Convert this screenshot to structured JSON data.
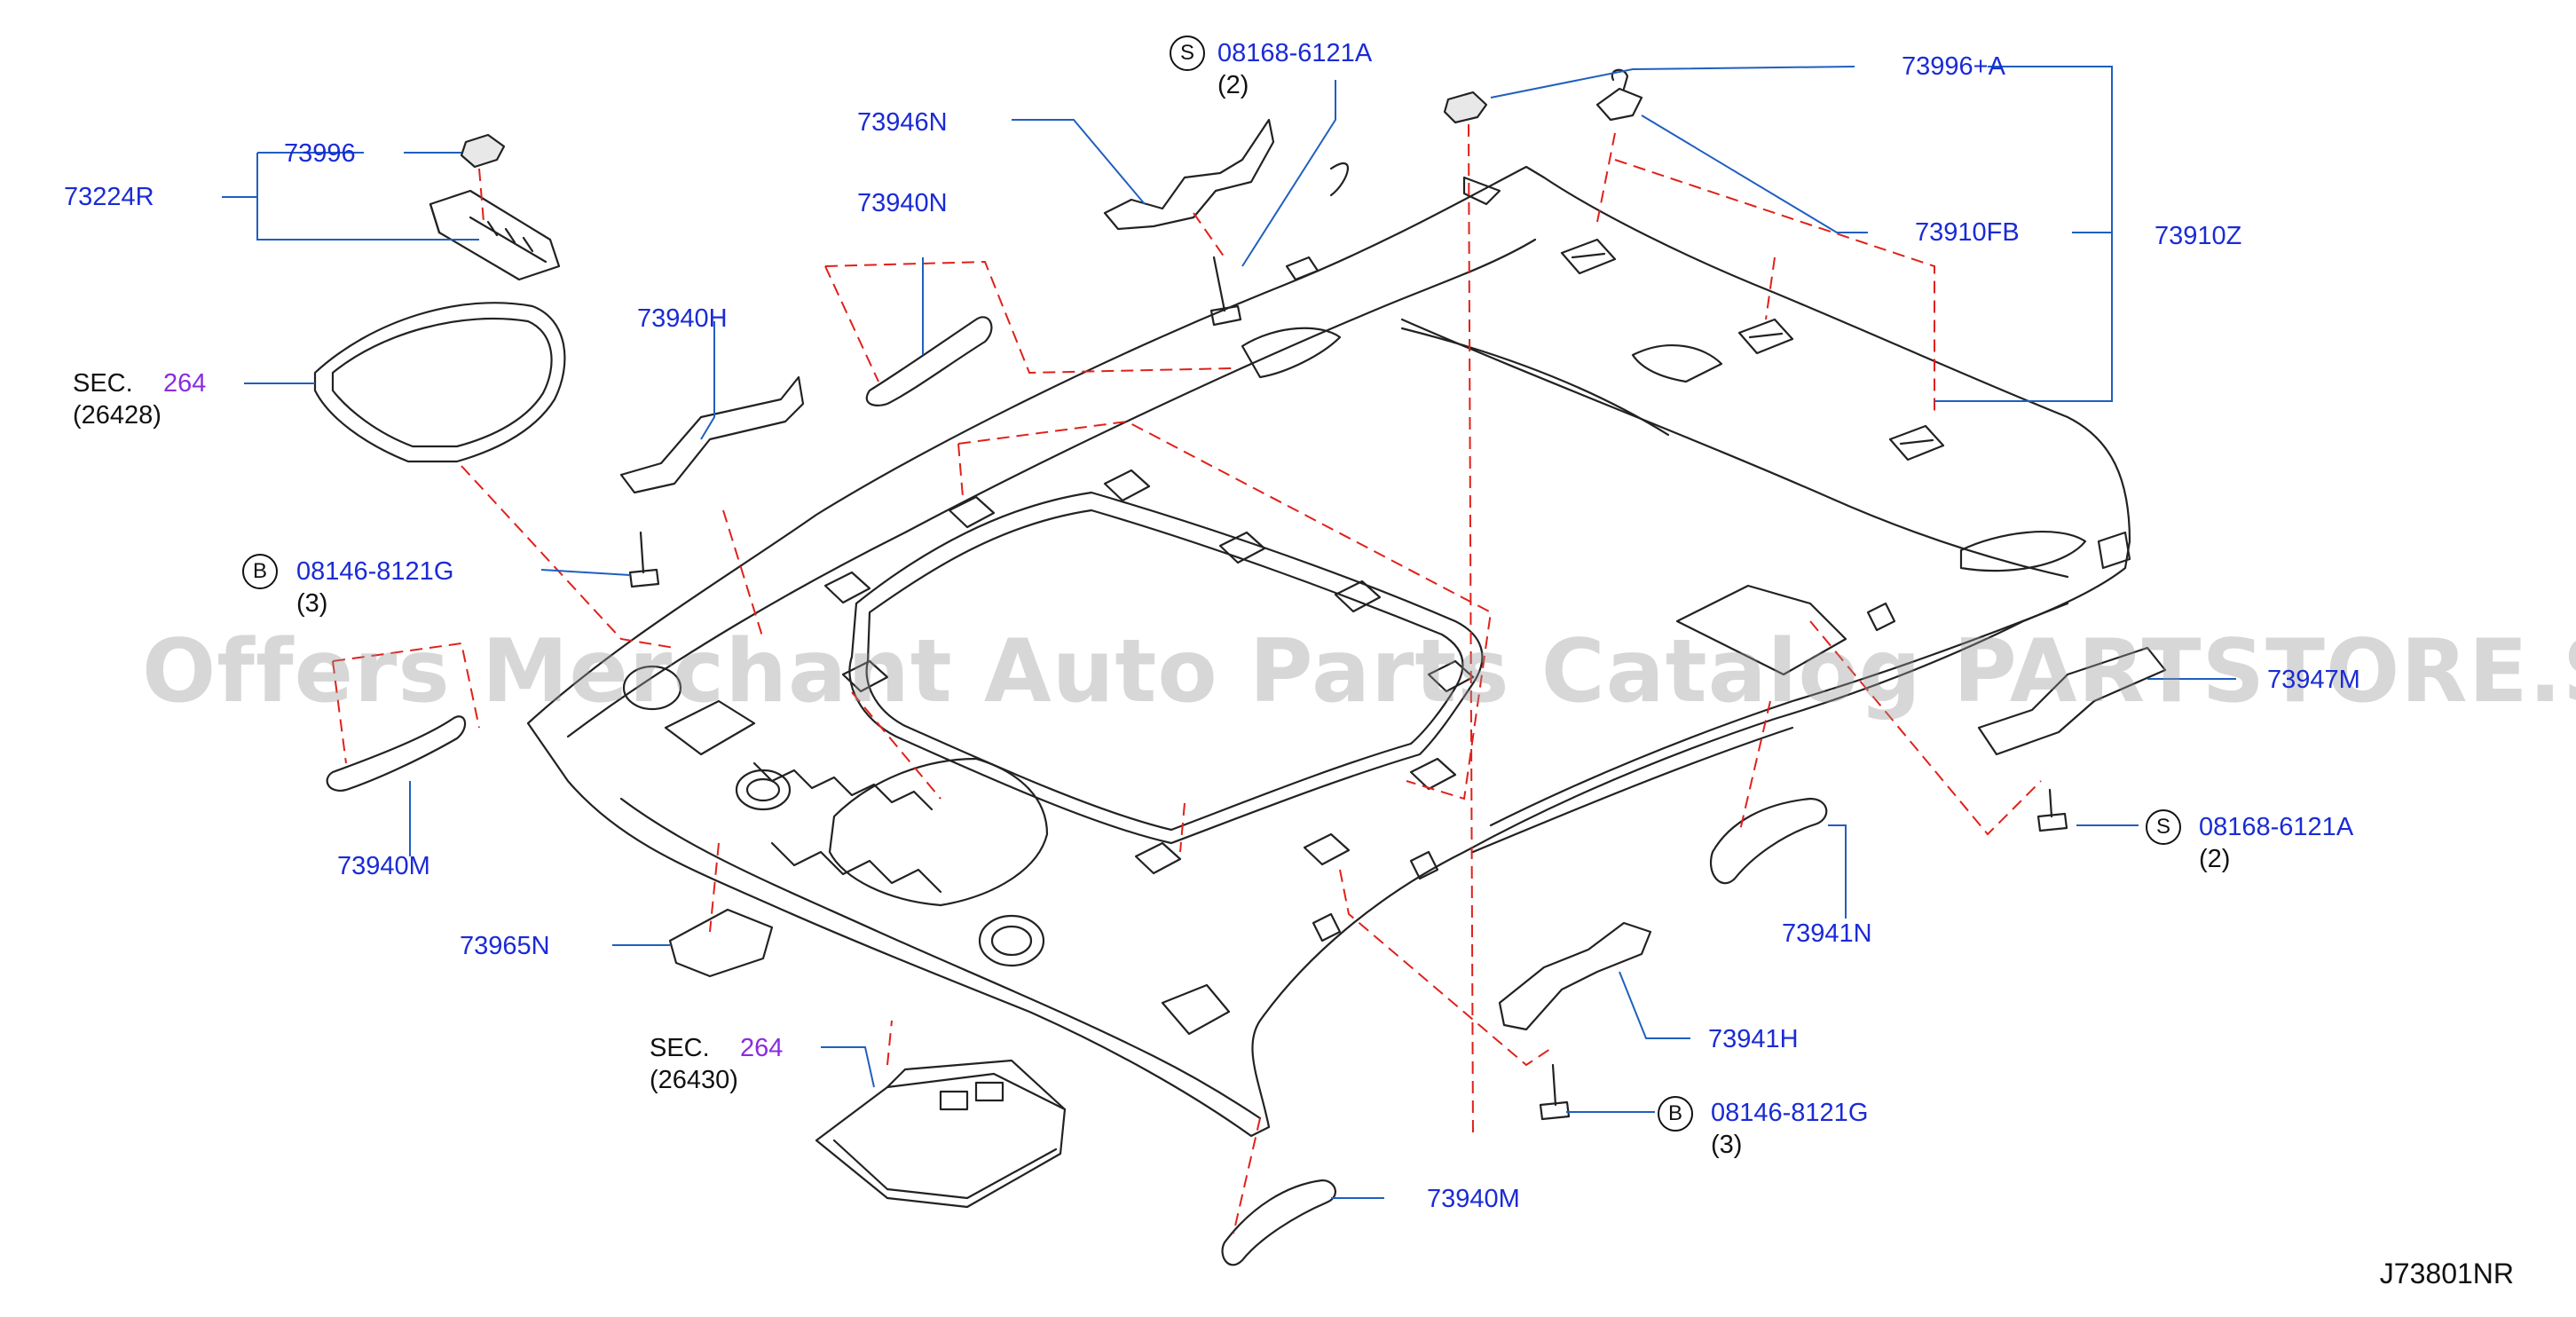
{
  "watermark": "Offers Merchant Auto Parts Catalog PARTSTORE.SA",
  "diagram_code": "J73801NR",
  "labels": {
    "p73224R": "73224R",
    "p73996": "73996",
    "sec1": "SEC.",
    "sec1_num": "264",
    "sec1_ref": "(26428)",
    "p73940H": "73940H",
    "p73946N": "73946N",
    "p73940N": "73940N",
    "s_top_badge": "S",
    "s_top_part": "08168-6121A",
    "s_top_qty": "(2)",
    "p73996A": "73996+A",
    "p73910FB": "73910FB",
    "p73910Z": "73910Z",
    "b_left_badge": "B",
    "b_left_part": "08146-8121G",
    "b_left_qty": "(3)",
    "p73940M_left": "73940M",
    "p73965N": "73965N",
    "sec2": "SEC.",
    "sec2_num": "264",
    "sec2_ref": "(26430)",
    "p73940M_bottom": "73940M",
    "p73941H": "73941H",
    "b_right_badge": "B",
    "b_right_part": "08146-8121G",
    "b_right_qty": "(3)",
    "p73941N": "73941N",
    "s_right_badge": "S",
    "s_right_part": "08168-6121A",
    "s_right_qty": "(2)",
    "p73947M": "73947M"
  },
  "colors": {
    "part_number": "#1a2bd6",
    "section_number": "#8a2be2",
    "leader_line": "#1f5fbf",
    "dashed_line": "#e0201a",
    "outline": "#222222"
  }
}
